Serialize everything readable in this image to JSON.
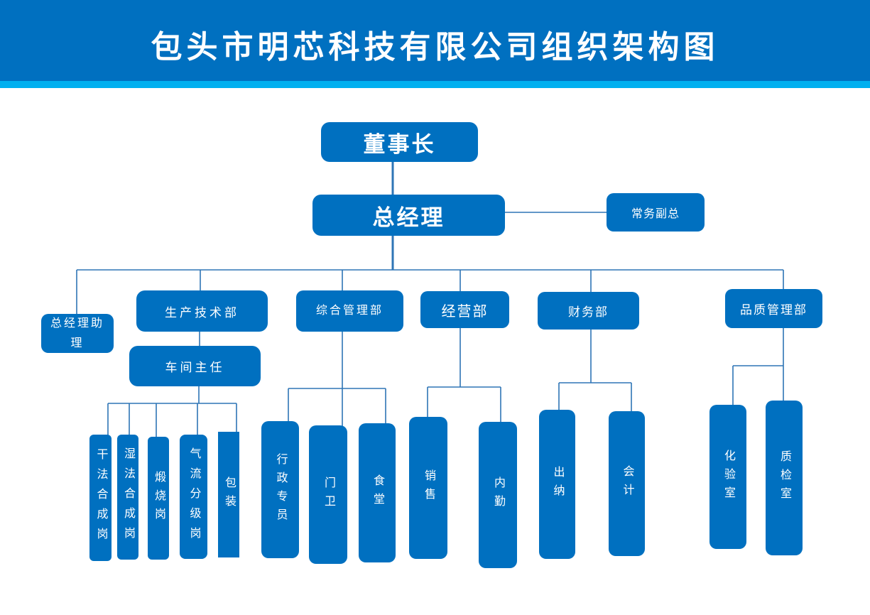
{
  "page_title": "包头市明芯科技有限公司组织架构图",
  "colors": {
    "primary_blue": "#0070C0",
    "accent_cyan": "#00B0F0",
    "connector_blue": "#2E75B6",
    "text_white": "#FFFFFF"
  },
  "org": {
    "chairman": "董事长",
    "general_manager": "总经理",
    "deputy_general_manager": "常务副总",
    "gm_assistant": "总经理助理",
    "departments": {
      "production_tech": {
        "label": "生产技术部",
        "sub_manager": "车间主任",
        "positions": [
          "干法合成岗",
          "湿法合成岗",
          "煅烧岗",
          "气流分级岗",
          "包装"
        ]
      },
      "general_admin": {
        "label": "综合管理部",
        "positions": [
          "行政专员",
          "门卫",
          "食堂"
        ]
      },
      "business": {
        "label": "经营部",
        "positions": [
          "销售",
          "内勤"
        ]
      },
      "finance": {
        "label": "财务部",
        "positions": [
          "出纳",
          "会计"
        ]
      },
      "quality": {
        "label": "品质管理部",
        "positions": [
          "化验室",
          "质检室"
        ]
      }
    }
  }
}
